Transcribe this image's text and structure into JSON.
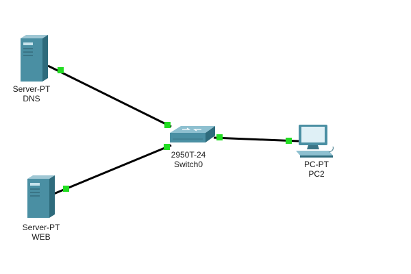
{
  "devices": [
    {
      "id": "dns",
      "model": "Server-PT",
      "name": "DNS",
      "type": "server-icon"
    },
    {
      "id": "web",
      "model": "Server-PT",
      "name": "WEB",
      "type": "server-icon"
    },
    {
      "id": "switch0",
      "model": "2950T-24",
      "name": "Switch0",
      "type": "switch-icon"
    },
    {
      "id": "pc2",
      "model": "PC-PT",
      "name": "PC2",
      "type": "pc-icon"
    }
  ],
  "links": [
    {
      "from": "dns",
      "to": "switch0",
      "status": "up"
    },
    {
      "from": "web",
      "to": "switch0",
      "status": "up"
    },
    {
      "from": "switch0",
      "to": "pc2",
      "status": "up"
    }
  ],
  "colors": {
    "link": "#000000",
    "link_up_indicator": "#22dd22",
    "device_body": "#4a8fa3"
  }
}
